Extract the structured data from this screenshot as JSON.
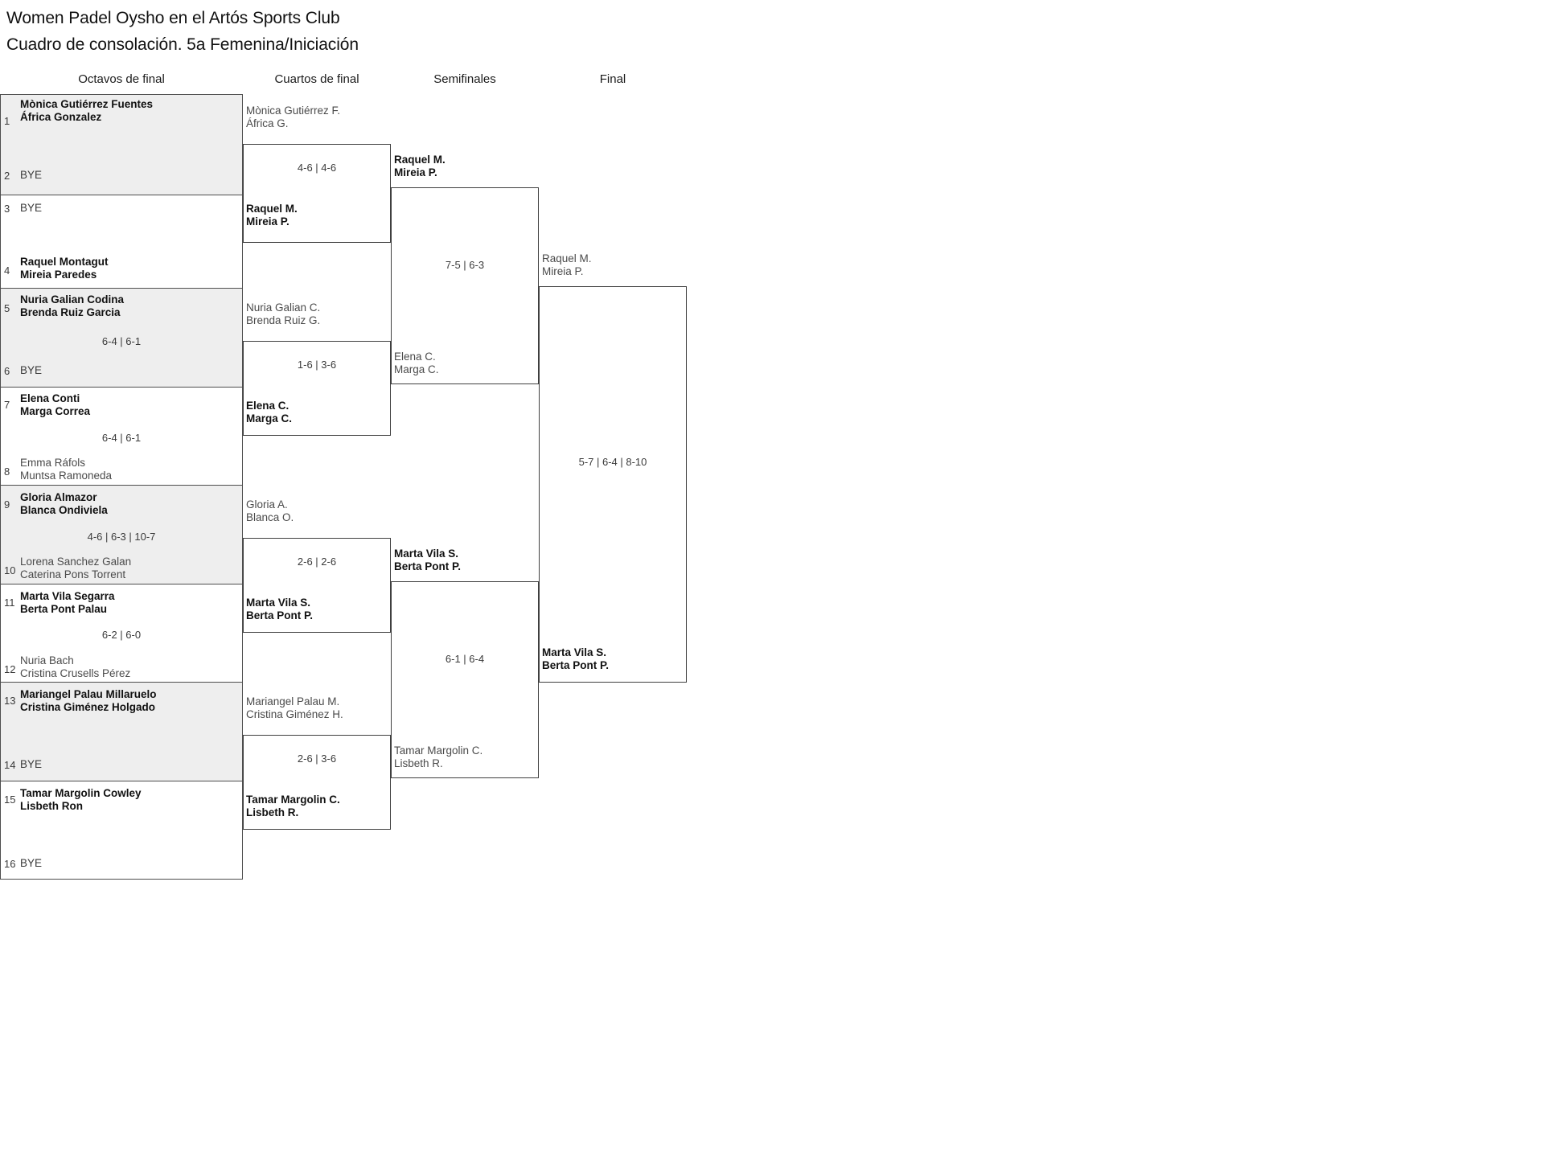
{
  "title": {
    "line1": "Women Padel Oysho en el Artós Sports Club",
    "line2": "Cuadro de consolación. 5a Femenina/Iniciación"
  },
  "rounds": [
    {
      "key": "r16",
      "label": "Octavos de final"
    },
    {
      "key": "qf",
      "label": "Cuartos de final"
    },
    {
      "key": "sf",
      "label": "Semifinales"
    },
    {
      "key": "f",
      "label": "Final"
    }
  ],
  "colors": {
    "shade": "#eeeeee",
    "border": "#4d4d4d",
    "text": "#1a1a1a",
    "muted": "#4a4a4a"
  },
  "bye_label": "BYE",
  "round1": {
    "slots": [
      {
        "seed": "1",
        "p1": "Mònica Gutiérrez Fuentes",
        "p2": "África Gonzalez",
        "state": "winner",
        "bye": false
      },
      {
        "seed": "2",
        "p1": "BYE",
        "p2": "",
        "state": "bye",
        "bye": true
      },
      {
        "seed": "3",
        "p1": "BYE",
        "p2": "",
        "state": "bye",
        "bye": true
      },
      {
        "seed": "4",
        "p1": "Raquel Montagut",
        "p2": "Mireia Paredes",
        "state": "winner",
        "bye": false
      },
      {
        "seed": "5",
        "p1": "Nuria Galian Codina",
        "p2": "Brenda Ruiz Garcia",
        "state": "winner",
        "bye": false
      },
      {
        "seed": "6",
        "p1": "BYE",
        "p2": "",
        "state": "bye",
        "bye": true
      },
      {
        "seed": "7",
        "p1": "Elena Conti",
        "p2": "Marga Correa",
        "state": "winner",
        "bye": false
      },
      {
        "seed": "8",
        "p1": "Emma Ráfols",
        "p2": "Muntsa Ramoneda",
        "state": "loser",
        "bye": false
      },
      {
        "seed": "9",
        "p1": "Gloria Almazor",
        "p2": "Blanca Ondiviela",
        "state": "winner",
        "bye": false
      },
      {
        "seed": "10",
        "p1": "Lorena Sanchez Galan",
        "p2": "Caterina Pons Torrent",
        "state": "loser",
        "bye": false
      },
      {
        "seed": "11",
        "p1": "Marta Vila Segarra",
        "p2": "Berta Pont Palau",
        "state": "winner",
        "bye": false
      },
      {
        "seed": "12",
        "p1": "Nuria Bach",
        "p2": "Cristina Crusells Pérez",
        "state": "loser",
        "bye": false
      },
      {
        "seed": "13",
        "p1": "Mariangel Palau Millaruelo",
        "p2": "Cristina Giménez Holgado",
        "state": "winner",
        "bye": false
      },
      {
        "seed": "14",
        "p1": "BYE",
        "p2": "",
        "state": "bye",
        "bye": true
      },
      {
        "seed": "15",
        "p1": "Tamar Margolin Cowley",
        "p2": "Lisbeth Ron",
        "state": "winner",
        "bye": false
      },
      {
        "seed": "16",
        "p1": "BYE",
        "p2": "",
        "state": "bye",
        "bye": true
      }
    ],
    "scores": [
      {
        "value": ""
      },
      {
        "value": ""
      },
      {
        "value": "6-4 | 6-1"
      },
      {
        "value": "4-6 | 6-3 | 10-7"
      },
      {
        "value": "6-2 | 6-0"
      },
      {
        "value": ""
      },
      {
        "value": ""
      },
      {
        "value": ""
      }
    ]
  },
  "quarterfinals": {
    "entrants": [
      {
        "p1": "Mònica Gutiérrez F.",
        "p2": "África G.",
        "state": "loser"
      },
      {
        "p1": "Raquel M.",
        "p2": "Mireia P.",
        "state": "winner"
      },
      {
        "p1": "Nuria Galian C.",
        "p2": "Brenda Ruiz G.",
        "state": "loser"
      },
      {
        "p1": "Elena C.",
        "p2": "Marga C.",
        "state": "winner"
      },
      {
        "p1": "Gloria A.",
        "p2": "Blanca O.",
        "state": "loser"
      },
      {
        "p1": "Marta Vila S.",
        "p2": "Berta Pont P.",
        "state": "winner"
      },
      {
        "p1": "Mariangel Palau M.",
        "p2": "Cristina Giménez H.",
        "state": "loser"
      },
      {
        "p1": "Tamar Margolin C.",
        "p2": "Lisbeth R.",
        "state": "winner"
      }
    ],
    "scores": [
      "4-6 | 4-6",
      "1-6 | 3-6",
      "2-6 | 2-6",
      "2-6 | 3-6"
    ]
  },
  "semifinals": {
    "entrants": [
      {
        "p1": "Raquel M.",
        "p2": "Mireia P.",
        "state": "winner"
      },
      {
        "p1": "Elena C.",
        "p2": "Marga C.",
        "state": "loser"
      },
      {
        "p1": "Marta Vila S.",
        "p2": "Berta Pont P.",
        "state": "winner"
      },
      {
        "p1": "Tamar Margolin C.",
        "p2": "Lisbeth R.",
        "state": "loser"
      }
    ],
    "scores": [
      "7-5 | 6-3",
      "6-1 | 6-4"
    ]
  },
  "final": {
    "entrants": [
      {
        "p1": "Raquel M.",
        "p2": "Mireia P.",
        "state": "loser"
      },
      {
        "p1": "Marta Vila S.",
        "p2": "Berta Pont P.",
        "state": "winner"
      }
    ],
    "scores": [
      "5-7 | 6-4 | 8-10"
    ]
  }
}
